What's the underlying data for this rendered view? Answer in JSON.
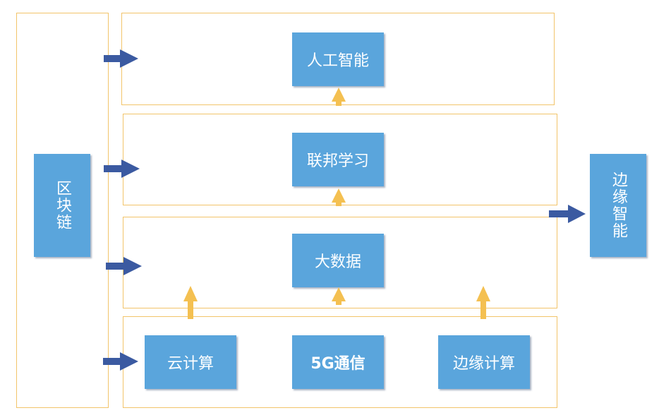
{
  "colors": {
    "frame_border": "#f2c46a",
    "box_fill": "#5aa5dc",
    "box_text": "#ffffff",
    "arrow_up": "#f4c051",
    "arrow_right": "#3b5aa1"
  },
  "blocks": {
    "blockchain": "区块链",
    "ai": "人工智能",
    "federated_learning": "联邦学习",
    "big_data": "大数据",
    "cloud_computing": "云计算",
    "five_g": "5G通信",
    "edge_computing": "边缘计算",
    "edge_intelligence": "边缘智能"
  }
}
